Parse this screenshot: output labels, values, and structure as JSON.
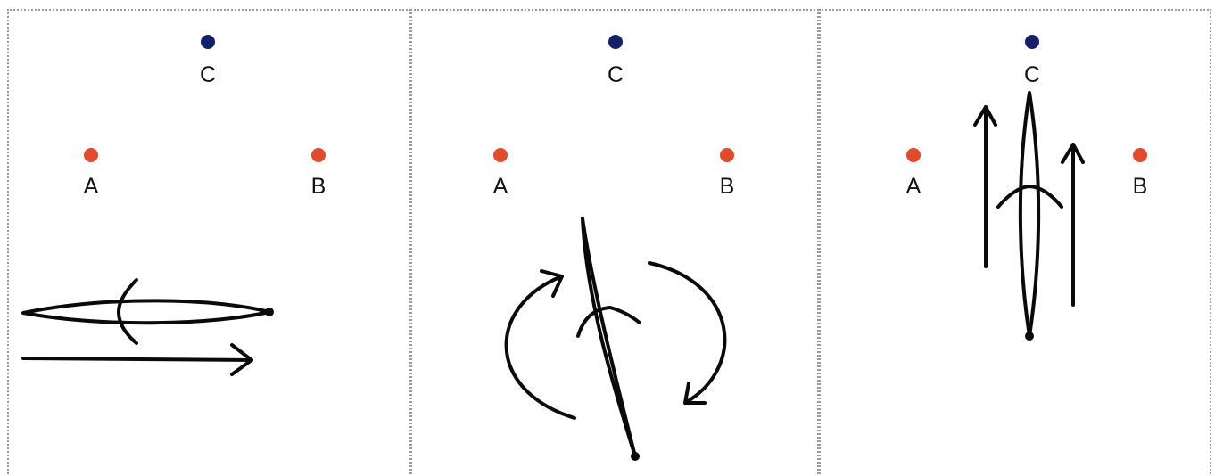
{
  "points": {
    "a_label": "A",
    "b_label": "B",
    "c_label": "C",
    "ab_color": "#e24a2c",
    "c_color": "#14206b"
  },
  "panels": [
    {
      "id": "panel-1"
    },
    {
      "id": "panel-2"
    },
    {
      "id": "panel-3"
    }
  ]
}
